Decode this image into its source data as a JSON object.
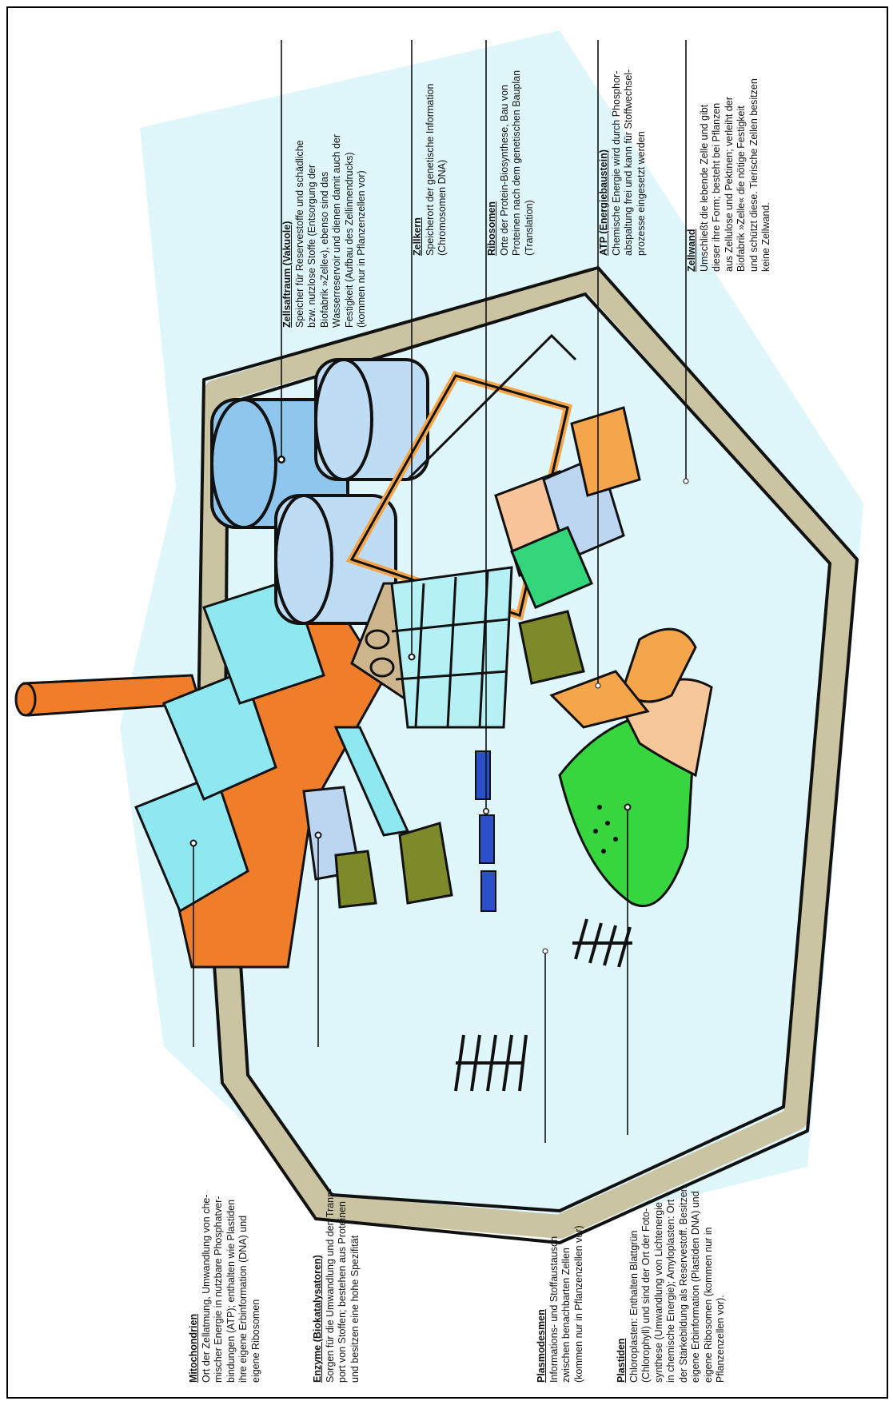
{
  "labels": {
    "zellsaftraum": {
      "title": "Zellsaftraum (Vakuole)",
      "text": "Speicher für Reservestoffe und schädliche\nbzw. nutzlose Stoffe (Entsorgung der\nBiofabrik »Zelle«), ebenso sind das\nWasserreservoir und dienen damit auch der\nFestigkeit (Aufbau des Zellinnendrucks)\n(kommen nur in Pflanzenzellen vor)"
    },
    "zellkern": {
      "title": "Zellkern",
      "text": "Speicherort der genetische Information\n(Chromosomen DNA)"
    },
    "ribosomen": {
      "title": "Ribosomen",
      "text": "Orte der Protein-Biosynthese, Bau von\nProteinen nach dem genetischen Bauplan\n(Translation)"
    },
    "atp": {
      "title": "ATP (Energiebaustein)",
      "text": "Chemische Energie wird durch Phosphor-\nabspaltung frei und kann für Stoffwechsel-\nprozesse eingesetzt werden"
    },
    "zellwand": {
      "title": "Zellwand",
      "text": "Umschließt die lebende Zelle und gibt\ndieser ihre Form; besteht bei Pflanzen\naus Zellulose und Pektinen; verleiht der\nBiofabrik »Zelle« die nötige Festigkeit\nund schützt diese. Tierische Zellen besitzen\nkeine Zellwand."
    },
    "mitochondrien": {
      "title": "Mitochondrien",
      "text": "Ort der Zellatmung, Umwandlung von che-\nmischer Energie in nutzbare Phosphatver-\nbindungen (ATP); enthalten wie Plastiden\nihre eigene Erbinformation (DNA) und\neigene Ribosomen"
    },
    "enzyme": {
      "title": "Enzyme (Biokatalysatoren)",
      "text": "Sorgen für die Umwandlung und den Trans-\nport von Stoffen; bestehen aus Proteinen\nund besitzen eine hohe Spezifität"
    },
    "plasmodesmen": {
      "title": "Plasmodesmen",
      "text": "Informations- und Stoffaustausch\nzwischen benachbarten Zellen\n(kommen nur in Pflanzenzellen vor)"
    },
    "plastiden": {
      "title": "Plastiden",
      "text": "Chloroplasten: Enthalten Blattgrün\n(Chlorophyll) und sind der Ort der Foto-\nsynthese (Umwandlung von Lichtenergie\nin chemische Energie); Amyloplasten: Ort\nder Stärkebildung als Reservestoff. Besitzen\neigene Erbinformation (Plastiden DNA) und\neigene Ribosomen (kommen nur in\nPflanzenzellen vor)."
    }
  },
  "colors": {
    "cytoplasm": "#dff7fb",
    "wall": "#cbc4a2",
    "vacuole": "#8fc6ee",
    "vacuole_light": "#bfdcf5",
    "mito_roof": "#ef7d2a",
    "mito_panel": "#8fe8f0",
    "nucleus_roof": "#cdb58e",
    "nucleus_cage": "#b5f0f5",
    "er_orange": "#f6a64a",
    "box_peach": "#f9c49a",
    "box_blue": "#bcd6f2",
    "atp_olive": "#7d8a2a",
    "chloroplast": "#38d63e",
    "amyloplast": "#f6c79a",
    "ribosome_blue": "#2a4fc8"
  }
}
